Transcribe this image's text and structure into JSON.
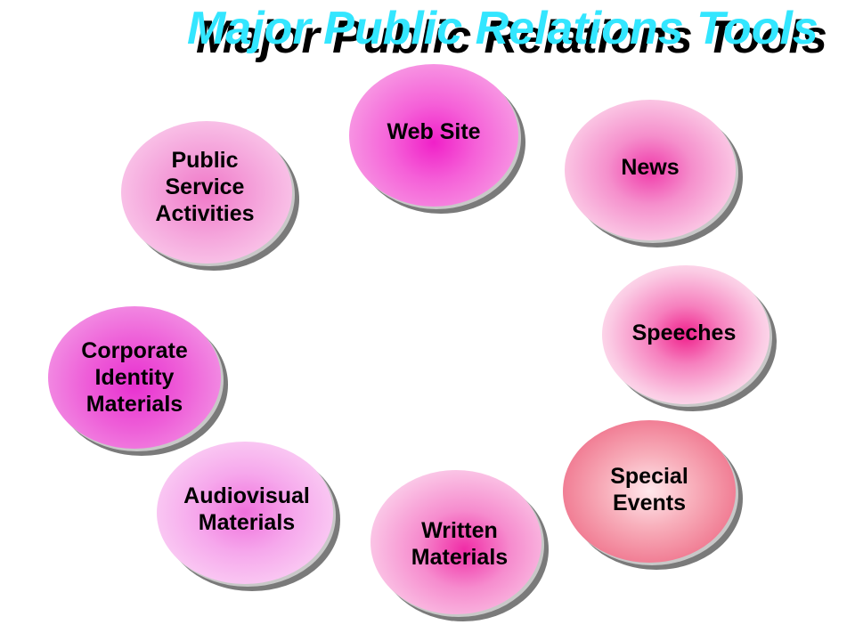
{
  "title": "Major Public Relations Tools",
  "colors": {
    "title_fill": "#33e6ff",
    "title_shadow": "#000000"
  },
  "tools": {
    "web_site": "Web Site",
    "news": "News",
    "public_service": "Public\nService\nActivities",
    "speeches": "Speeches",
    "corporate_identity": "Corporate\nIdentity\nMaterials",
    "special_events": "Special\nEvents",
    "audiovisual": "Audiovisual\nMaterials",
    "written": "Written\nMaterials"
  }
}
